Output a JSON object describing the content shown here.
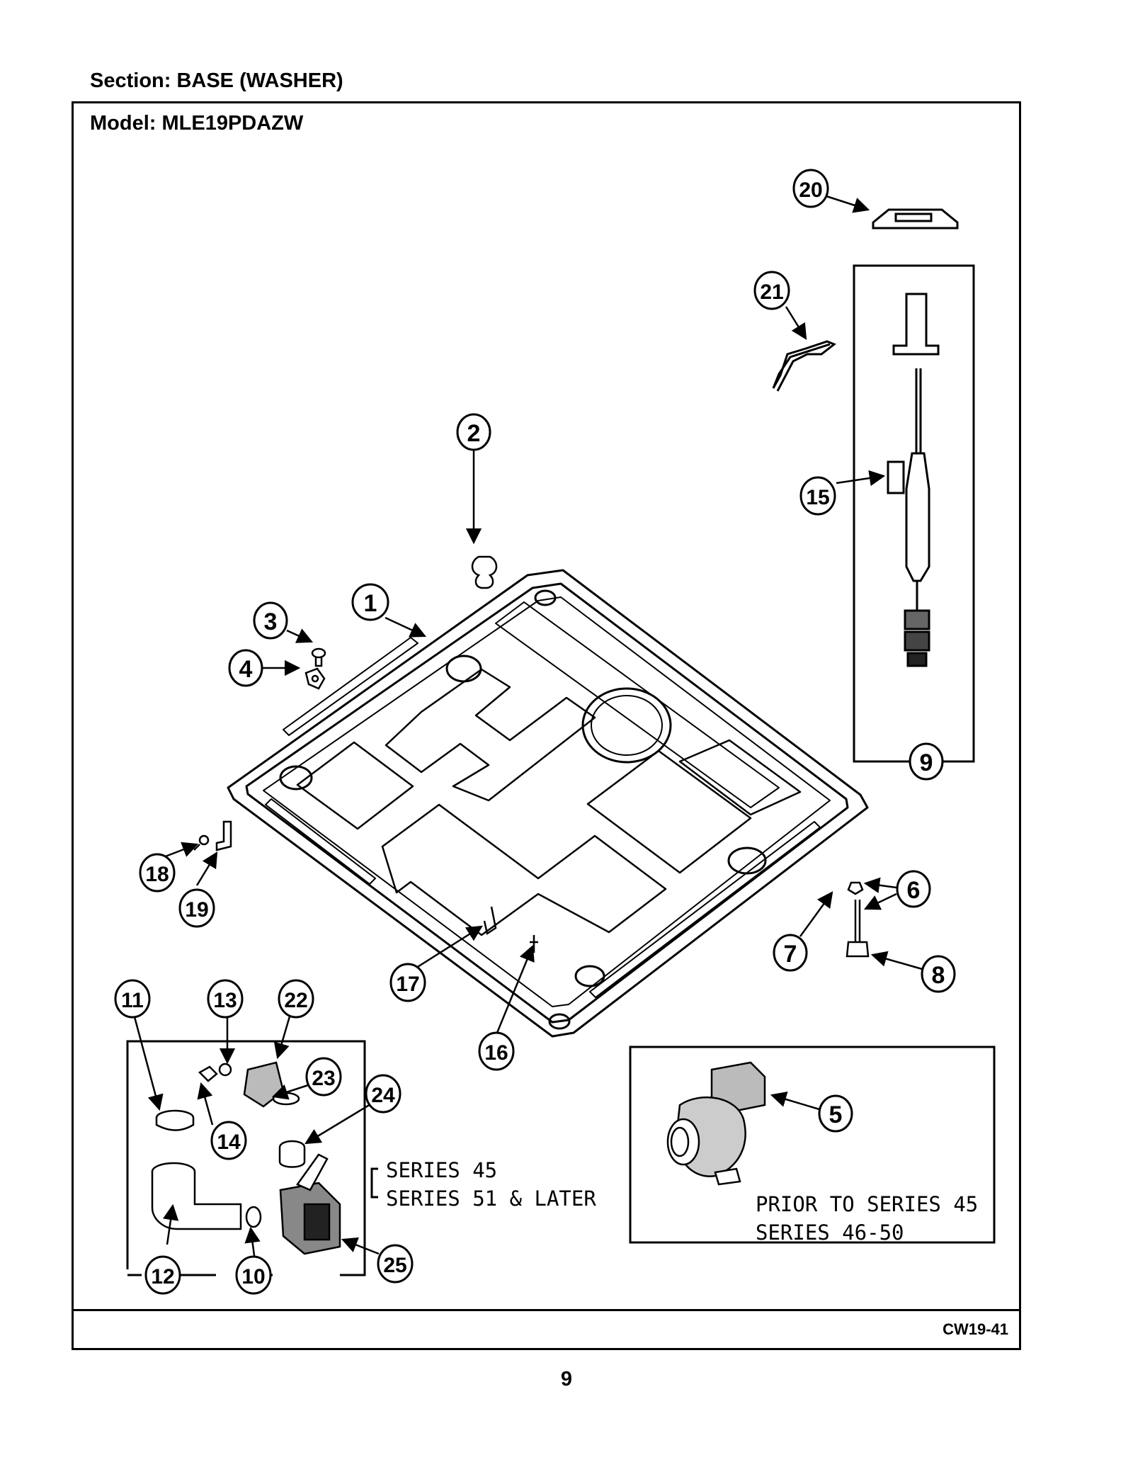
{
  "header": {
    "section": "Section:  BASE (WASHER)",
    "model": "Model:  MLE19PDAZW"
  },
  "footer": {
    "code": "CW19-41",
    "page": "9"
  },
  "callouts": [
    "1",
    "2",
    "3",
    "4",
    "5",
    "6",
    "7",
    "8",
    "9",
    "10",
    "11",
    "12",
    "13",
    "14",
    "15",
    "16",
    "17",
    "18",
    "19",
    "20",
    "21",
    "22",
    "23",
    "24",
    "25"
  ],
  "notes": {
    "series_a": "SERIES 45",
    "series_b": "SERIES 51 & LATER",
    "prior": "PRIOR TO SERIES 45",
    "series_c": "SERIES 46-50"
  }
}
